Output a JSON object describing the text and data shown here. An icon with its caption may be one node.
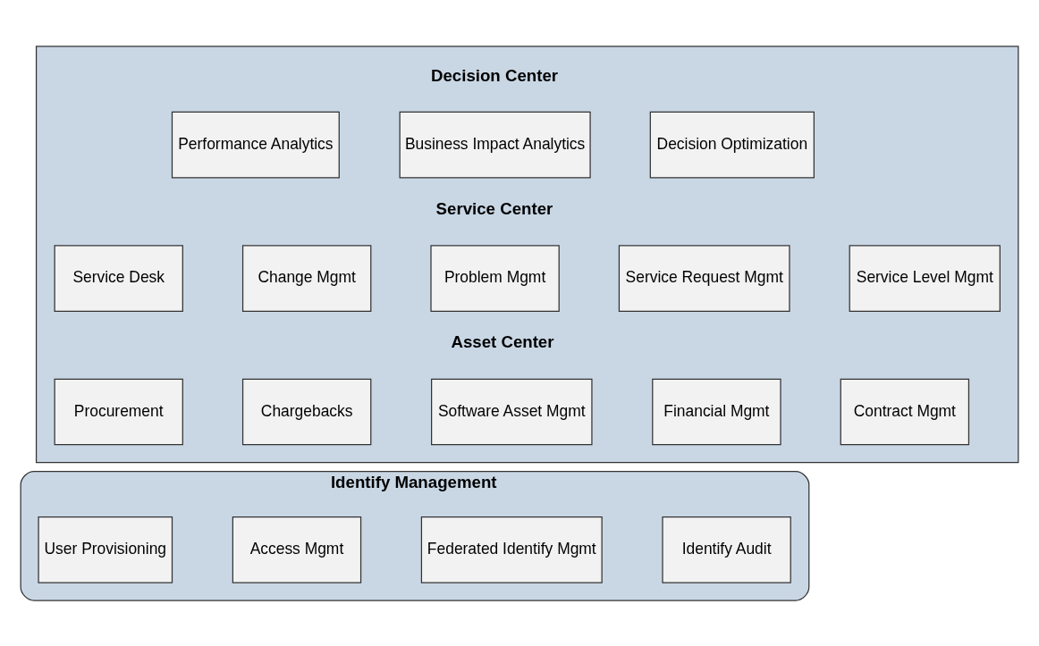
{
  "diagram": {
    "nodes": [
      {
        "text": [],
        "shape": "box"
      },
      {
        "text": [
          "Performance Analytics"
        ],
        "in": 0
      },
      {
        "text": [
          "Business Impact Analytics"
        ],
        "in": 0
      },
      {
        "text": [
          "Decision Optimization"
        ],
        "in": 0
      },
      {
        "text": [
          "Service Desk"
        ],
        "in": 0
      },
      {
        "text": [
          "Change Mgmt"
        ],
        "in": 0
      },
      {
        "text": [
          "Problem Mgmt"
        ],
        "in": 0
      },
      {
        "text": [
          "Service Request Mgmt"
        ],
        "in": 0
      },
      {
        "text": [
          "Service Level Mgmt"
        ],
        "in": 0
      },
      {
        "text": [
          "Procurement"
        ],
        "in": 0
      },
      {
        "text": [
          "Chargebacks"
        ],
        "in": 0
      },
      {
        "text": [
          "Software Asset Mgmt"
        ],
        "in": 0
      },
      {
        "text": [
          "Financial Mgmt"
        ],
        "in": 0
      },
      {
        "text": [
          "Contract Mgmt"
        ],
        "in": 0
      },
      {
        "text": [
          "Identify Management"
        ]
      },
      {
        "text": [
          "User Provisioning"
        ],
        "in": 14
      },
      {
        "text": [
          "Access Mgmt"
        ],
        "in": 14
      },
      {
        "text": [
          "Federated Identify Mgmt"
        ],
        "in": 14
      },
      {
        "text": [
          "Identify Audit"
        ],
        "in": 14
      }
    ],
    "edges": [],
    "labels": [
      "Decision Center",
      "Service Center",
      "Asset Center"
    ]
  }
}
